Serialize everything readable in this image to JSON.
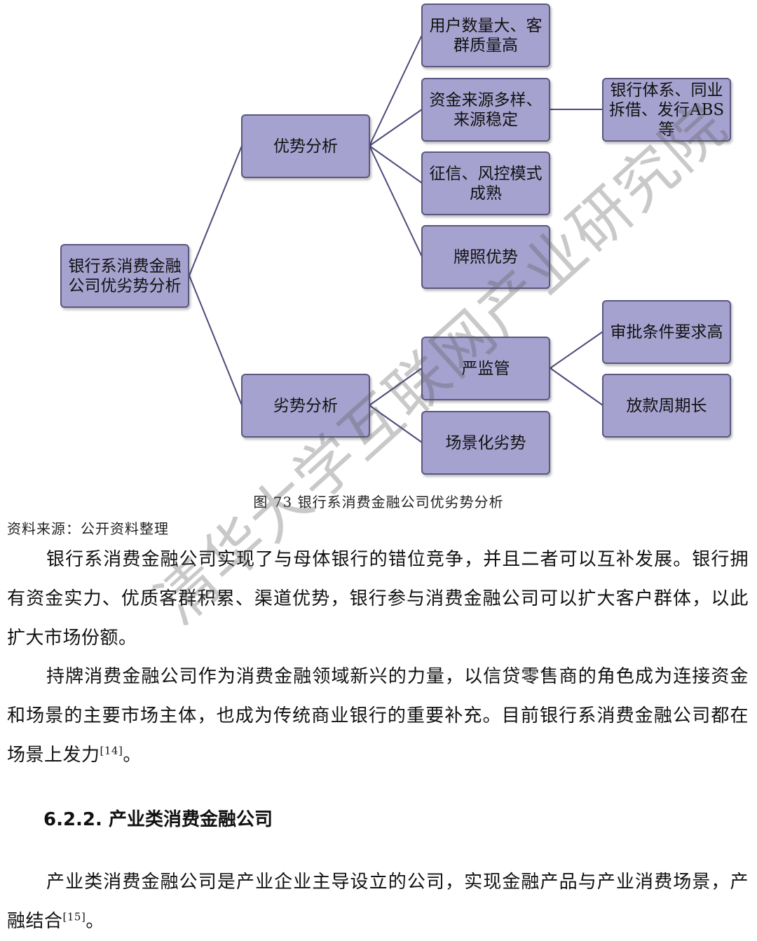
{
  "diagram": {
    "root": "银行系消费金融\n公司优劣势分析",
    "advantages": {
      "label": "优势分析",
      "items": [
        "用户数量大、客\n群质量高",
        "资金来源多样、\n来源稳定",
        "征信、风控模式\n成熟",
        "牌照优势"
      ],
      "funding_detail": "银行体系、同业\n拆借、发行ABS\n等"
    },
    "disadvantages": {
      "label": "劣势分析",
      "items": [
        "严监管",
        "场景化劣势"
      ],
      "regulation_details": [
        "审批条件要求高",
        "放款周期长"
      ]
    }
  },
  "caption": "图  73  银行系消费金融公司优劣势分析",
  "source": "资料来源：公开资料整理",
  "paragraphs": {
    "p1": "银行系消费金融公司实现了与母体银行的错位竞争，并且二者可以互补发展。银行拥有资金实力、优质客群积累、渠道优势，银行参与消费金融公司可以扩大客户群体，以此扩大市场份额。",
    "p2": "持牌消费金融公司作为消费金融领域新兴的力量，以信贷零售商的角色成为连接资金和场景的主要市场主体，也成为传统商业银行的重要补充。目前银行系消费金融公司都在场景上发力",
    "p2_ref": "[14]",
    "p2_end": "。",
    "p3": "产业类消费金融公司是产业企业主导设立的公司，实现金融产品与产业消费场景，产融结合",
    "p3_ref": "[15]",
    "p3_end": "。"
  },
  "section_heading": "6.2.2.  产业类消费金融公司",
  "watermark": "清华大学互联网产业研究院",
  "colors": {
    "node_fill": "#a6a2cf",
    "node_border": "#5a5780",
    "connector": "#4e4a7a"
  }
}
